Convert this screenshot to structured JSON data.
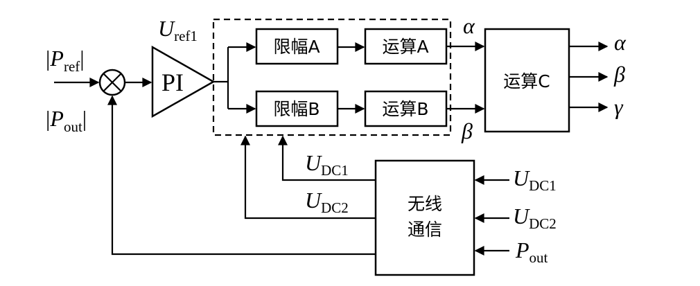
{
  "blocks": {
    "pi": "PI",
    "limit_a": "限幅A",
    "limit_b": "限幅B",
    "calc_a": "运算A",
    "calc_b": "运算B",
    "calc_c": "运算C",
    "wireless_line1": "无线",
    "wireless_line2": "通信"
  },
  "labels": {
    "p_ref": {
      "main": "P",
      "sub": "ref"
    },
    "p_out_left": {
      "main": "P",
      "sub": "out"
    },
    "u_ref1": {
      "main": "U",
      "sub": "ref1"
    },
    "u_dc1_mid": {
      "main": "U",
      "sub": "DC1"
    },
    "u_dc2_mid": {
      "main": "U",
      "sub": "DC2"
    },
    "u_dc1_in": {
      "main": "U",
      "sub": "DC1"
    },
    "u_dc2_in": {
      "main": "U",
      "sub": "DC2"
    },
    "p_out_in": {
      "main": "P",
      "sub": "out"
    },
    "alpha_mid": "α",
    "beta_mid": "β",
    "alpha_out": "α",
    "beta_out": "β",
    "gamma_out": "γ"
  }
}
